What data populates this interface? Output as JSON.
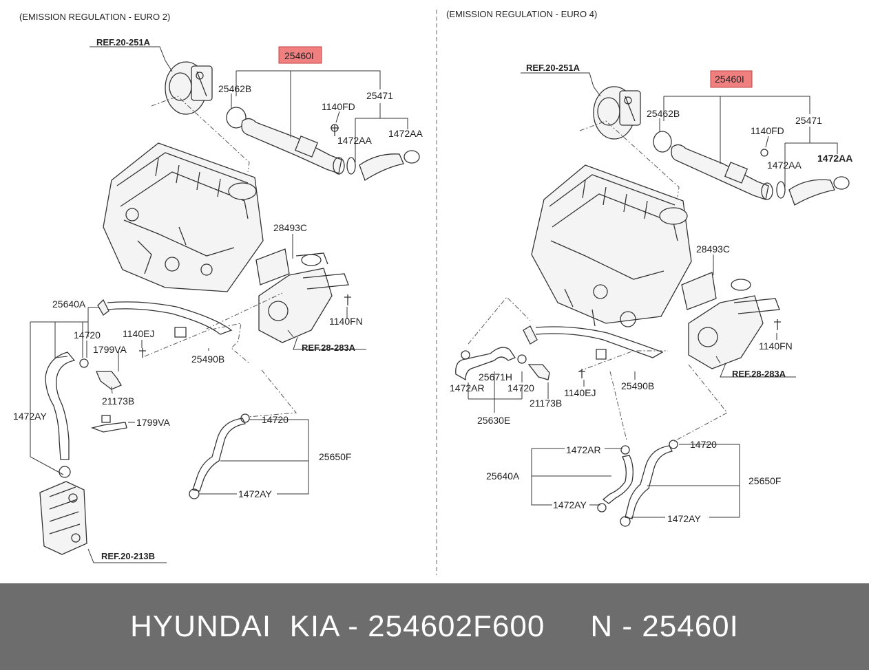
{
  "panels": {
    "left": {
      "header": "(EMISSION REGULATION  -  EURO 2)",
      "labels": {
        "ref_20_251a": "REF.20-251A",
        "p25460i": "25460I",
        "p25462b": "25462B",
        "p1140fd": "1140FD",
        "p25471": "25471",
        "p1472aa_a": "1472AA",
        "p1472aa_b": "1472AA",
        "p28493c": "28493C",
        "p25640a": "25640A",
        "p14720_a": "14720",
        "p1799va_a": "1799VA",
        "p1140ej": "1140EJ",
        "p1140fn": "1140FN",
        "ref_28_283a": "REF.28-283A",
        "p25490b": "25490B",
        "p21173b": "21173B",
        "p1472ay_a": "1472AY",
        "p1799va_b": "1799VA",
        "p14720_b": "14720",
        "p25650f": "25650F",
        "p1472ay_b": "1472AY",
        "ref_20_213b": "REF.20-213B"
      }
    },
    "right": {
      "header": "(EMISSION REGULATION  -  EURO 4)",
      "labels": {
        "ref_20_251a": "REF.20-251A",
        "p25460i": "25460I",
        "p25462b": "25462B",
        "p1140fd": "1140FD",
        "p25471": "25471",
        "p1472aa_a": "1472AA",
        "p1472aa_b": "1472AA",
        "p28493c": "28493C",
        "p1140fn": "1140FN",
        "ref_28_283a": "REF.28-283A",
        "p25671h": "25671H",
        "p1472ar_a": "1472AR",
        "p14720_a": "14720",
        "p21173b": "21173B",
        "p1140ej": "1140EJ",
        "p25490b": "25490B",
        "p25630e": "25630E",
        "p1472ar_b": "1472AR",
        "p14720_b": "14720",
        "p25640a": "25640A",
        "p25650f": "25650F",
        "p1472ay_a": "1472AY",
        "p1472ay_b": "1472AY"
      }
    }
  },
  "highlight_color": "#f08080",
  "footer": {
    "text": "HYUNDAI  KIA - 254602F600     N - 25460I"
  }
}
